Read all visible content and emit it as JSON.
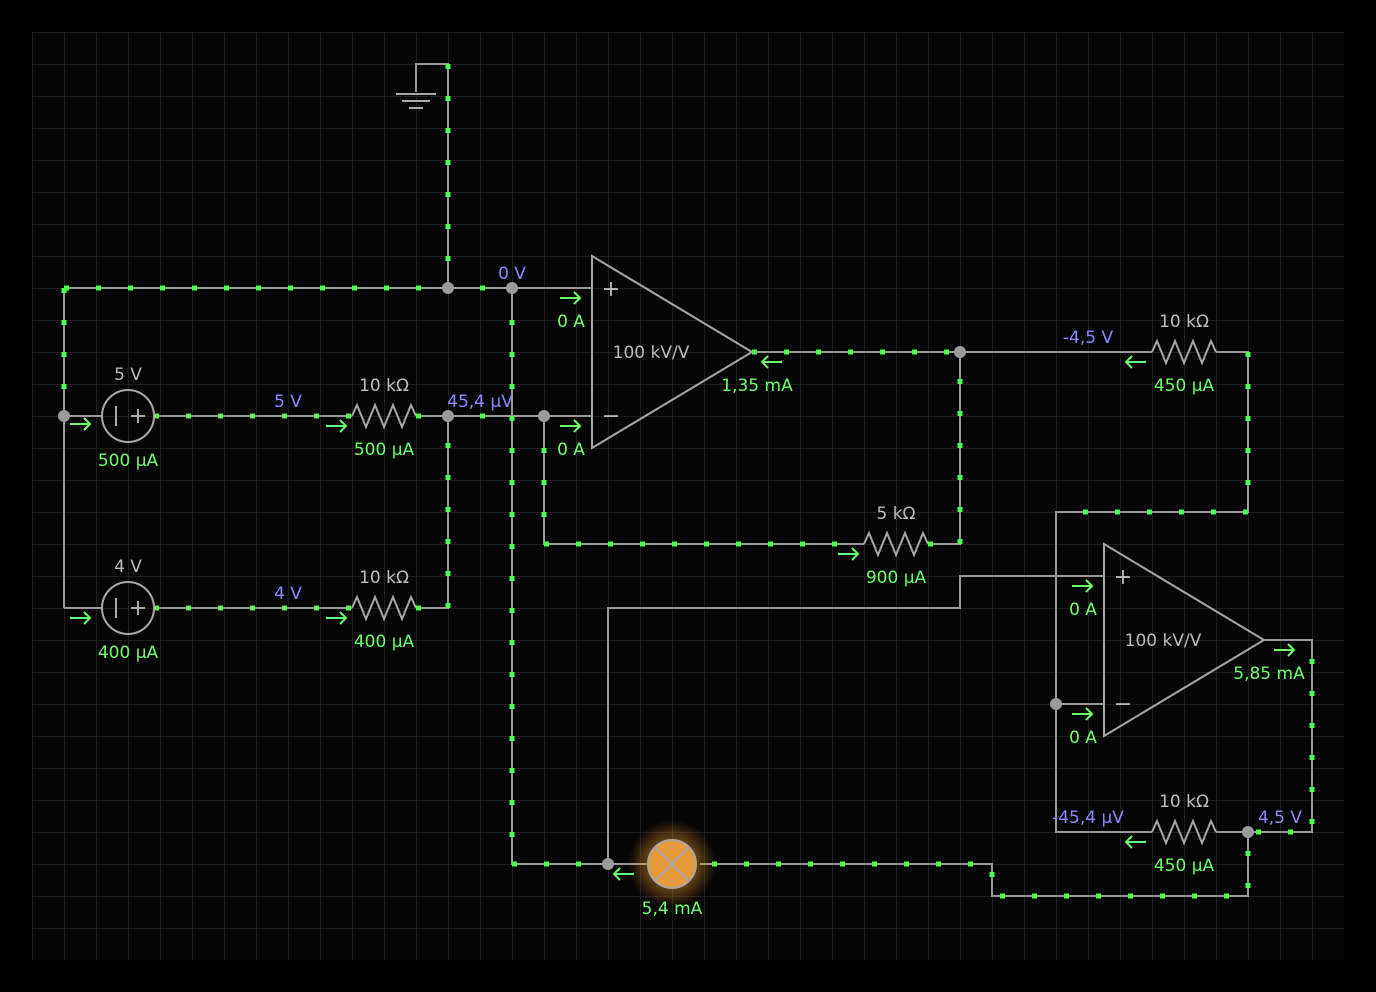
{
  "sources": [
    {
      "id": "v1",
      "voltage": "5 V",
      "current": "500 µA"
    },
    {
      "id": "v2",
      "voltage": "4 V",
      "current": "400 µA"
    }
  ],
  "resistors": [
    {
      "id": "r1",
      "value": "10 kΩ",
      "current": "500 µA"
    },
    {
      "id": "r2",
      "value": "10 kΩ",
      "current": "400 µA"
    },
    {
      "id": "r3",
      "value": "5 kΩ",
      "current": "900 µA"
    },
    {
      "id": "r4",
      "value": "10 kΩ",
      "current": "450 µA"
    },
    {
      "id": "r5",
      "value": "10 kΩ",
      "current": "450 µA"
    }
  ],
  "opamps": [
    {
      "id": "op1",
      "gain": "100 kV/V",
      "plus_current": "0 A",
      "minus_current": "0 A",
      "out_current": "1,35 mA",
      "plus_sign": "+",
      "minus_sign": "−"
    },
    {
      "id": "op2",
      "gain": "100 kV/V",
      "plus_current": "0 A",
      "minus_current": "0 A",
      "out_current": "5,85 mA",
      "plus_sign": "+",
      "minus_sign": "−"
    }
  ],
  "lamp": {
    "current": "5,4 mA"
  },
  "voltages": {
    "v_5": "5 V",
    "v_4": "4 V",
    "v_0": "0 V",
    "v_in_minus": "45,4 µV",
    "v_neg45": "-4,5 V",
    "v_neg454": "-45,4 µV",
    "v_45": "4,5 V"
  },
  "colors": {
    "background": "#000000",
    "grid": "#2a2a2a",
    "wire": "#9a9a9a",
    "current": "#4cff4c",
    "voltage": "#8a8aff",
    "label": "#bdbdbd",
    "lamp": "#e89a3a"
  },
  "icons": [
    "ground-icon",
    "voltage-source-icon",
    "resistor-icon",
    "opamp-icon",
    "lamp-icon",
    "current-arrow-icon"
  ]
}
